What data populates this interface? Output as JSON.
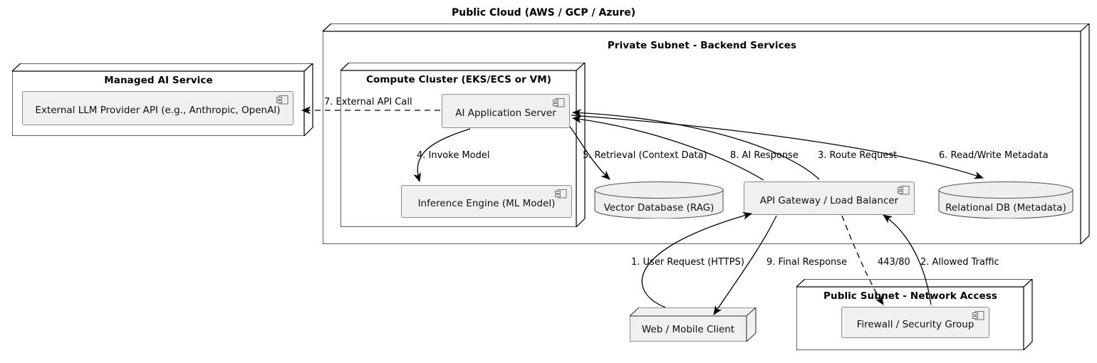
{
  "diagram": {
    "title": "Public Cloud (AWS / GCP / Azure)"
  },
  "nodes": {
    "managed_ai_service": {
      "title": "Managed AI Service",
      "component": "External LLM Provider API (e.g., Anthropic, OpenAI)"
    },
    "private_subnet": {
      "title": "Private Subnet - Backend Services"
    },
    "compute_cluster": {
      "title": "Compute Cluster (EKS/ECS or VM)",
      "app_server": "AI Application Server",
      "inference_engine": "Inference Engine (ML Model)"
    },
    "public_subnet": {
      "title": "Public Subnet - Network Access",
      "firewall": "Firewall / Security Group"
    },
    "vector_db": "Vector Database (RAG)",
    "relational_db": "Relational DB (Metadata)",
    "api_gateway": "API Gateway / Load Balancer",
    "client": "Web / Mobile Client"
  },
  "flows": [
    {
      "id": "f1",
      "label": "1. User Request (HTTPS)"
    },
    {
      "id": "f2",
      "label": "2. Allowed Traffic"
    },
    {
      "id": "f3",
      "label": "3. Route Request"
    },
    {
      "id": "f4",
      "label": "4. Invoke Model"
    },
    {
      "id": "f5",
      "label": "5. Retrieval (Context Data)"
    },
    {
      "id": "f6",
      "label": "6. Read/Write Metadata"
    },
    {
      "id": "f7",
      "label": "7. External API Call"
    },
    {
      "id": "f8",
      "label": "8. AI Response"
    },
    {
      "id": "f9",
      "label": "9. Final Response"
    },
    {
      "id": "fports",
      "label": "443/80"
    }
  ],
  "colors": {
    "component_fill": "#F0F0F0",
    "component_stroke": "#8A8A8A",
    "node_fill": "#FFFFFF",
    "node_stroke": "#000000",
    "cylinder_fill": "#EFEFEF",
    "cylinder_stroke": "#555555",
    "edge_stroke": "#000000",
    "background": "#FFFFFF"
  }
}
